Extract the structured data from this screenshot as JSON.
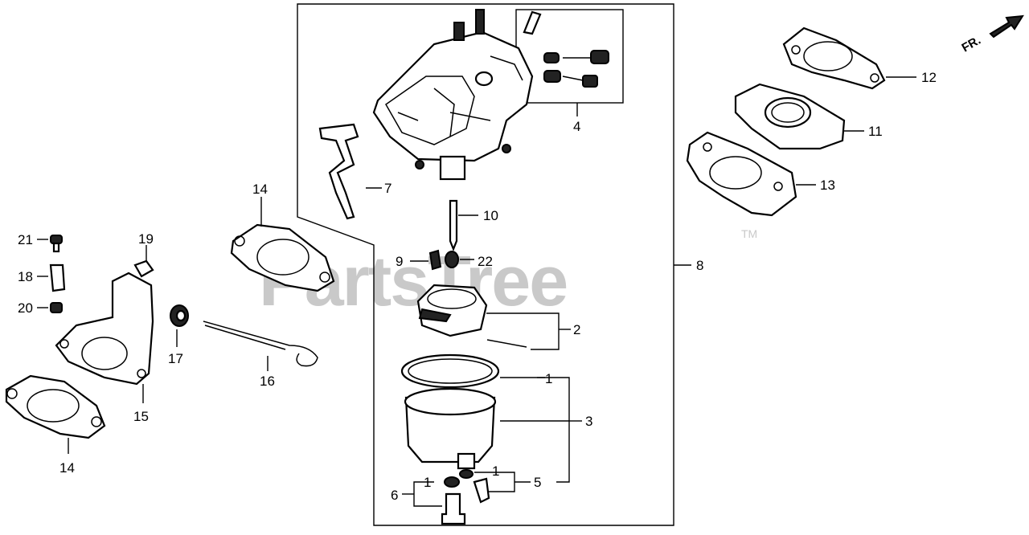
{
  "watermark": {
    "text": "PartsTree",
    "trademark": "TM"
  },
  "front_indicator": {
    "label": "FR."
  },
  "callouts": {
    "c1a": "1",
    "c1b": "1",
    "c1c": "1",
    "c2": "2",
    "c3": "3",
    "c4": "4",
    "c5": "5",
    "c6": "6",
    "c7": "7",
    "c8": "8",
    "c9": "9",
    "c10": "10",
    "c11": "11",
    "c12": "12",
    "c13": "13",
    "c14a": "14",
    "c14b": "14",
    "c15": "15",
    "c16": "16",
    "c17": "17",
    "c18": "18",
    "c19": "19",
    "c20": "20",
    "c21": "21",
    "c22": "22"
  }
}
